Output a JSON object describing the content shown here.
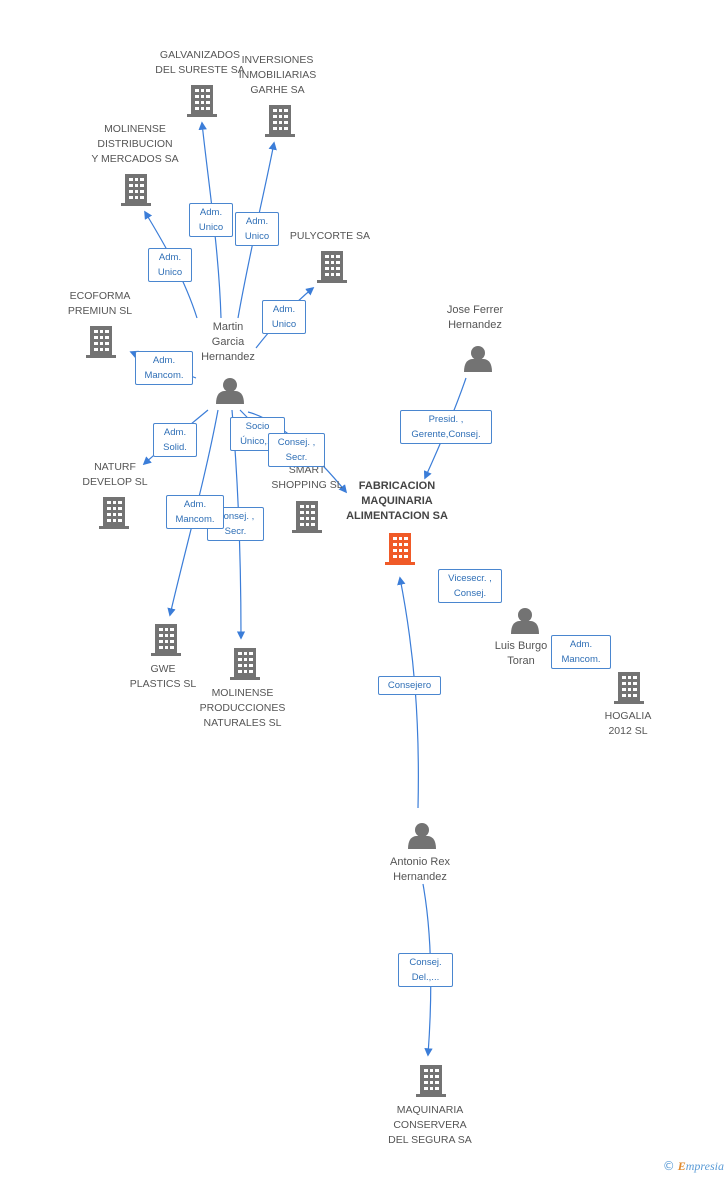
{
  "nodes": {
    "galvanizados": {
      "label": "GALVANIZADOS\nDEL SURESTE SA"
    },
    "inversiones": {
      "label": "INVERSIONES\nINMOBILIARIAS\nGARHE SA"
    },
    "molinense_dist": {
      "label": "MOLINENSE\nDISTRIBUCION\nY MERCADOS SA"
    },
    "pulycorte": {
      "label": "PULYCORTE SA"
    },
    "ecoforma": {
      "label": "ECOFORMA\nPREMIUN  SL"
    },
    "martin": {
      "label": "Martin\nGarcia\nHernandez"
    },
    "jose": {
      "label": "Jose Ferrer\nHernandez"
    },
    "naturf": {
      "label": "NATURF\nDEVELOP SL"
    },
    "smart": {
      "label": "SMART\nSHOPPING SL"
    },
    "fabricacion": {
      "label": "FABRICACION\nMAQUINARIA\nALIMENTACION SA"
    },
    "luis": {
      "label": "Luis Burgo\nToran"
    },
    "gwe": {
      "label": "GWE\nPLASTICS SL"
    },
    "molinense_prod": {
      "label": "MOLINENSE\nPRODUCCIONES\nNATURALES SL"
    },
    "hogalia": {
      "label": "HOGALIA\n2012 SL"
    },
    "antonio": {
      "label": "Antonio Rex\nHernandez"
    },
    "maquinaria": {
      "label": "MAQUINARIA\nCONSERVERA\nDEL SEGURA SA"
    }
  },
  "relations": {
    "r_galv": "Adm.\nUnico",
    "r_inv": "Adm.\nUnico",
    "r_moldist": "Adm.\nUnico",
    "r_puly": "Adm.\nUnico",
    "r_eco": "Adm.\nMancom.",
    "r_naturf": "Adm.\nSolid.",
    "r_smart_socio": "Socio\nÚnico,...",
    "r_fab": "Consej. ,\nSecr.",
    "r_gwe": "Adm.\nMancom.",
    "r_molprod": "Consej. ,\nSecr.",
    "r_jose": "Presid. ,\nGerente,Consej.",
    "r_luis_fab": "Vicesecr. ,\nConsej.",
    "r_luis_hog": "Adm.\nMancom.",
    "r_antonio_fab": "Consejero",
    "r_antonio_maq": "Consej.\nDel.,..."
  },
  "colors": {
    "line": "#3b7dd8",
    "building": "#737373",
    "building_main": "#f05a28",
    "person": "#737373"
  },
  "footer": {
    "copyright": "©",
    "brand_initial": "E",
    "brand_rest": "mpresia"
  }
}
